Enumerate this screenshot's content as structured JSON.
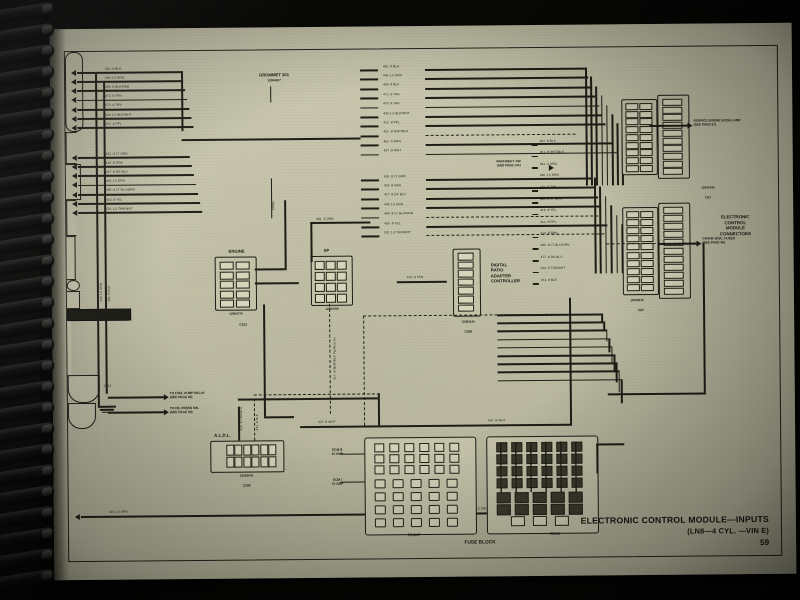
{
  "document": {
    "type": "automotive-service-manual-page",
    "binding": "spiral",
    "page_number": "59",
    "title_line1": "ELECTRONIC CONTROL MODULE—INPUTS",
    "title_line2": "(LN8—4 CYL. —VIN E)"
  },
  "colors": {
    "paper": "#c7c5ac",
    "ink": "#1d1d16",
    "background": "#050604"
  },
  "components": [
    {
      "name": "grommet",
      "label": "GROMMET 301",
      "part": "12004207"
    },
    {
      "name": "cowl",
      "label": "COWL"
    },
    {
      "name": "engine-connector",
      "label": "ENGINE",
      "part": "12064770",
      "cavity": "C101"
    },
    {
      "name": "ip-connector",
      "label": "I/P",
      "part": "12064769"
    },
    {
      "name": "digital-ratio-adapter-controller",
      "label": "DIGITAL\nRATIO\nADAPTER\nCONTROLLER",
      "part": "12084130",
      "cavity": "C208"
    },
    {
      "name": "aldl-connector",
      "label": "A.L.D.L.",
      "part": "12020043",
      "cavity": "C209"
    },
    {
      "name": "ecm-connectors",
      "label": "ELECTRONIC\nCONTROL\nMODULE\nCONNECTORS",
      "part_c67": "12047046",
      "cavity_c67": "C67",
      "part_c87": "12046576",
      "cavity_c87": "C87"
    },
    {
      "name": "fuse-block",
      "label": "FUSE BLOCK",
      "front": "FRONT",
      "rear": "REAR"
    }
  ],
  "callouts": [
    {
      "name": "service-engine-soon-lamp",
      "text": "SERVICE ENGINE SOON LAMP\n(SEE PAGE 67)"
    },
    {
      "name": "park-neut-switch",
      "text": "PARK/NEUT. SW.\n(SEE PAGE 141)"
    },
    {
      "name": "crank-disc-fused",
      "text": "CRANK DISC. FUSED\n(SEE PAGE 56)"
    },
    {
      "name": "to-fuel-pump-relay",
      "text": "TO FUEL PUMP RELAY\n(SEE PAGE 60)"
    },
    {
      "name": "to-oil-press-switch",
      "text": "TO OIL PRESS SW.\n(SEE PAGE 60)"
    }
  ],
  "fuses": [
    {
      "name": "ecm-b-fuse",
      "label": "ECM B\n10 AMP"
    },
    {
      "name": "ecm-i-fuse",
      "label": "ECM I\n10 AMP"
    }
  ],
  "ground": {
    "name": "ground-g114",
    "label": "G114"
  },
  "wire_labels_top_left": [
    "452 .8 BLK",
    "440 1.0 DRN",
    "469 .8 BLK/RED",
    "472 .8 TAN",
    "473 .8 TAN",
    "430 1.0 BLK/WHT",
    "412 .8 PPL"
  ],
  "wire_labels_mid_left": [
    "433 .8 LT GRN",
    "416 .8 GRA",
    "417 .8 DK BLU",
    "440 1.0 DRN",
    "485 .8 LT BLU/DRN",
    "450 .8 YEL",
    "551 1.0 TAN/WHT"
  ],
  "wire_labels_top_center": [
    "452 .8 BLK",
    "440 1.0 DRN",
    "469 .8 BLK",
    "472 .8 TAN",
    "473 .8 TAN",
    "430 1.0 BLK/WHT",
    "412 .8 PPL",
    "451 .8 WHT/BLK",
    "461 .5 DRN",
    "437 .8 WHT"
  ],
  "wire_labels_mid_center": [
    "433 .8 LT GRN",
    "416 .8 GRA",
    "417 .8 DK BLU",
    "440 1.0 DRN",
    "485 .8 LT BLU/DRN",
    "450 .8 YEL",
    "551 1.0 TAN/WHT"
  ],
  "wire_labels_right": [
    "452 .8 BLK",
    "451 .8 WHT/BLK",
    "461 .5 DRN",
    "440 1.0 DRN",
    "472 .8 TAN",
    "800 .8 LT GRN",
    "419 .8 YEL",
    "412 .8 PPL",
    "410 .8 BRN",
    "485 .8 LT BLU/DRN",
    "477 .8 DK BLU",
    "419 .8 TAN/WHT",
    "151 .8 BLK"
  ],
  "wire_labels_misc": [
    "461 .5 DRN",
    "437 .8 WHT",
    "417 .8 WHT/BLK Pg-Neut sw",
    "437 .8 WHT",
    "419 .8 TAN",
    "419 .8 PNK/BLK",
    "441 .8 BLK",
    "410 1.0 DRN",
    "440 1.0 DRN",
    "120445S C87"
  ],
  "vertical_wire_labels": [
    "440 1.0 DRN",
    "451 .8 BLK",
    "461 .5 DRN",
    "800 .8 LT GRN"
  ]
}
